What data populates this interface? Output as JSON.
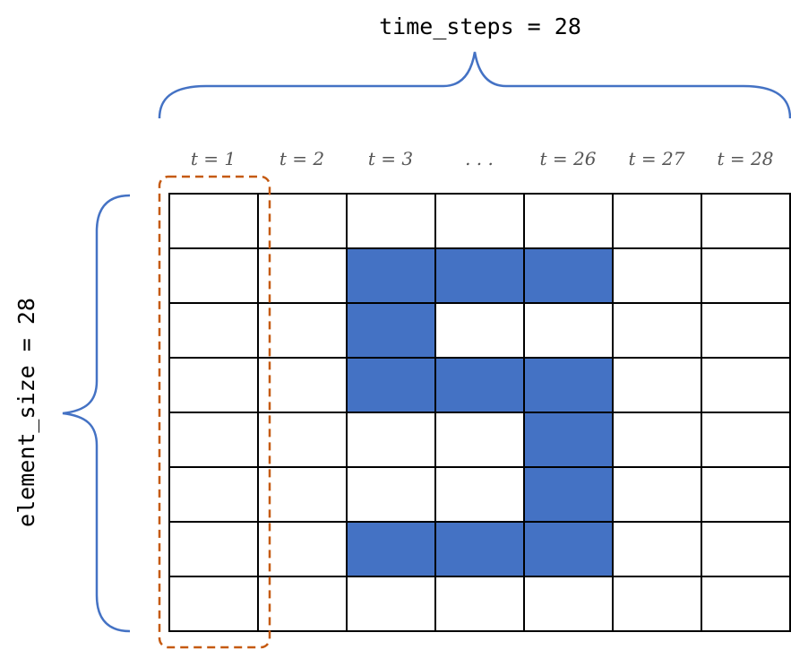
{
  "top_label": "time_steps = 28",
  "side_label": "element_size = 28",
  "column_labels": [
    "t = 1",
    "t = 2",
    "t = 3",
    ". . .",
    "t = 26",
    "t = 27",
    "t = 28"
  ],
  "colors": {
    "filled": "#4472c4",
    "empty": "#ffffff",
    "grid": "#000000",
    "brace": "#4472c4",
    "highlight": "#c55a11"
  },
  "grid": {
    "rows": 8,
    "cols": 7,
    "filled_cells": [
      [
        1,
        2
      ],
      [
        1,
        3
      ],
      [
        1,
        4
      ],
      [
        2,
        2
      ],
      [
        3,
        2
      ],
      [
        3,
        3
      ],
      [
        3,
        4
      ],
      [
        4,
        4
      ],
      [
        5,
        4
      ],
      [
        6,
        2
      ],
      [
        6,
        3
      ],
      [
        6,
        4
      ]
    ]
  }
}
